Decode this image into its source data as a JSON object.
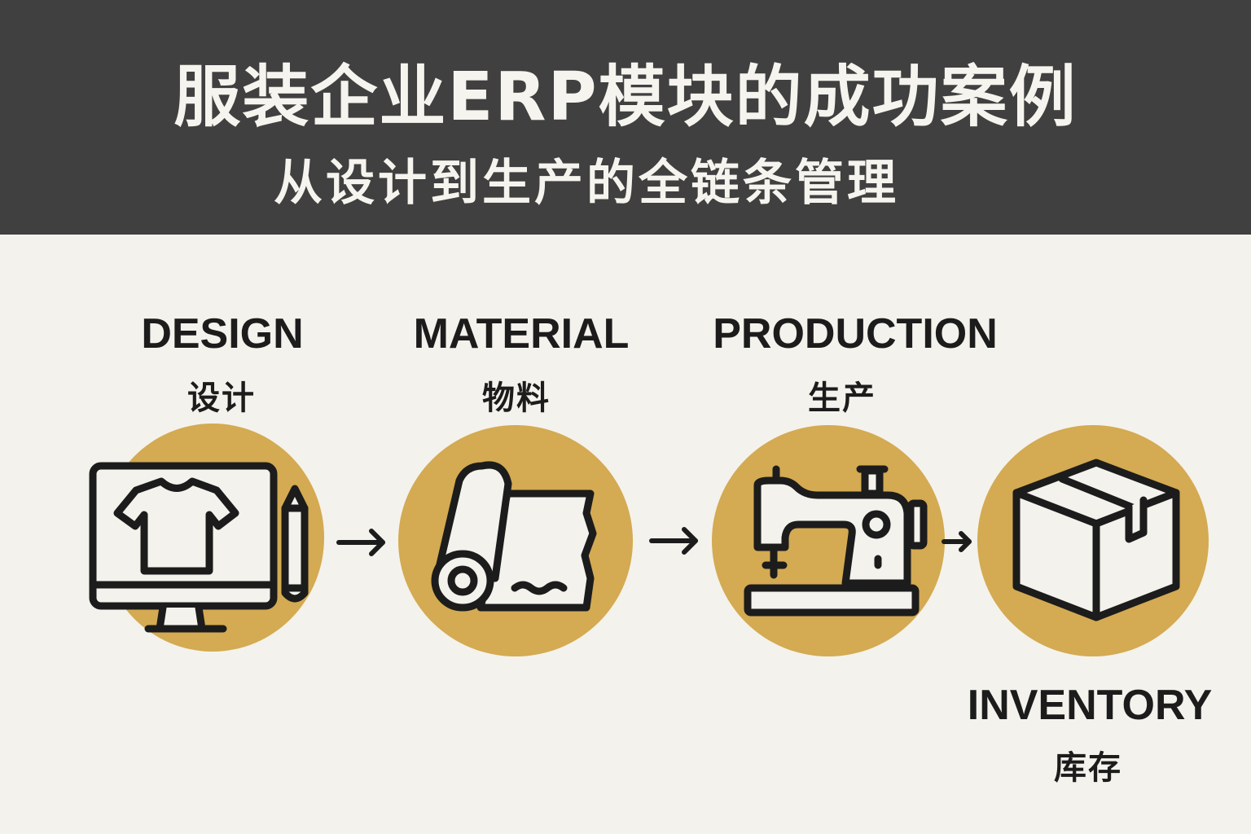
{
  "header": {
    "title": "服装企业ERP模块的成功案例",
    "subtitle": "从设计到生产的全链条管理"
  },
  "colors": {
    "header_bg": "#404040",
    "page_bg": "#f4f2ec",
    "circle": "#d4aa52",
    "ink": "#1c1c1c"
  },
  "steps": [
    {
      "label_en": "DESIGN",
      "label_zh": "设计",
      "icon": "monitor-tshirt-pencil-icon"
    },
    {
      "label_en": "MATERIAL",
      "label_zh": "物料",
      "icon": "fabric-roll-icon"
    },
    {
      "label_en": "PRODUCTION",
      "label_zh": "生产",
      "icon": "sewing-machine-icon"
    },
    {
      "label_en": "INVENTORY",
      "label_zh": "库存",
      "icon": "box-icon"
    }
  ],
  "connectors": [
    "arrow-right-icon",
    "arrow-right-icon",
    "arrow-right-icon"
  ]
}
